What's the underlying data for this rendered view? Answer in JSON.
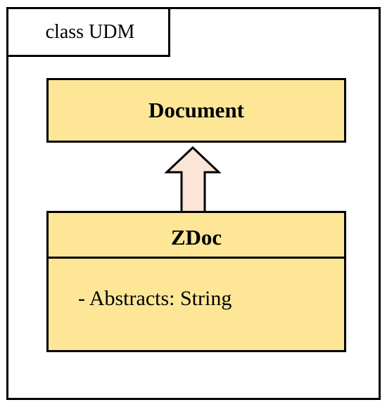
{
  "diagram": {
    "frame_label": "class UDM",
    "classes": [
      {
        "name": "Document",
        "attributes": []
      },
      {
        "name": "ZDoc",
        "attributes": [
          "- Abstracts: String"
        ]
      }
    ],
    "relations": [
      {
        "type": "generalization",
        "from": "ZDoc",
        "to": "Document"
      }
    ],
    "colors": {
      "class_fill": "#fde796",
      "arrow_fill": "#fbe5d6",
      "line": "#000000"
    }
  }
}
